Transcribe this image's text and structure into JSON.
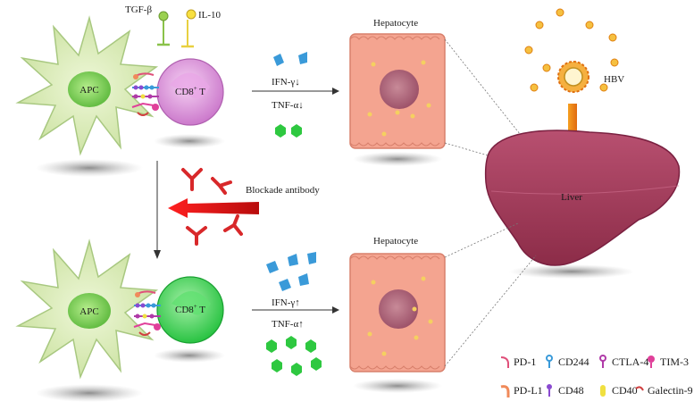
{
  "labels": {
    "tgf": "TGF-β",
    "il10": "IL-10",
    "apc_top": "APC",
    "cd8_top": "CD8",
    "cd8_top_sup": "+",
    "cd8_top_t": " T",
    "ifn_down": "IFN-γ↓",
    "tnf_down": "TNF-α↓",
    "hepatocyte_top": "Hepatocyte",
    "hbv": "HBV",
    "liver": "Liver",
    "blockade": "Blockade antibody",
    "apc_bottom": "APC",
    "cd8_bottom": "CD8",
    "cd8_bottom_sup": "+",
    "cd8_bottom_t": " T",
    "ifn_up": "IFN-γ↑",
    "tnf_up": "TNF-α↑",
    "hepatocyte_bottom": "Hepatocyte"
  },
  "legend": [
    {
      "label": "PD-1",
      "color": "#e0507a",
      "icon": "pd1-icon"
    },
    {
      "label": "CD244",
      "color": "#3a9ad9",
      "icon": "cd244-icon"
    },
    {
      "label": "CTLA-4",
      "color": "#b03aa8",
      "icon": "ctla4-icon"
    },
    {
      "label": "TIM-3",
      "color": "#e0409a",
      "icon": "tim3-icon"
    },
    {
      "label": "PD-L1",
      "color": "#f08a5a",
      "icon": "pdl1-icon"
    },
    {
      "label": "CD48",
      "color": "#8a4ad0",
      "icon": "cd48-icon"
    },
    {
      "label": "CD40",
      "color": "#f0e040",
      "icon": "cd40-icon"
    },
    {
      "label": "Galectin-9",
      "color": "#d04040",
      "icon": "galectin9-icon"
    }
  ],
  "colors": {
    "apc": "#cfe6a8",
    "apc_nucleus": "#7cc85a",
    "cd8_exhausted": "#d27fd2",
    "cd8_active": "#33d04a",
    "hepatocyte": "#f4a490",
    "liver": "#a43a58",
    "ifn": "#3a9ad9",
    "tnf": "#2ec840",
    "antibody": "#d8282a",
    "arrow_red": "#e01818",
    "hbv_orange": "#f5a020"
  }
}
